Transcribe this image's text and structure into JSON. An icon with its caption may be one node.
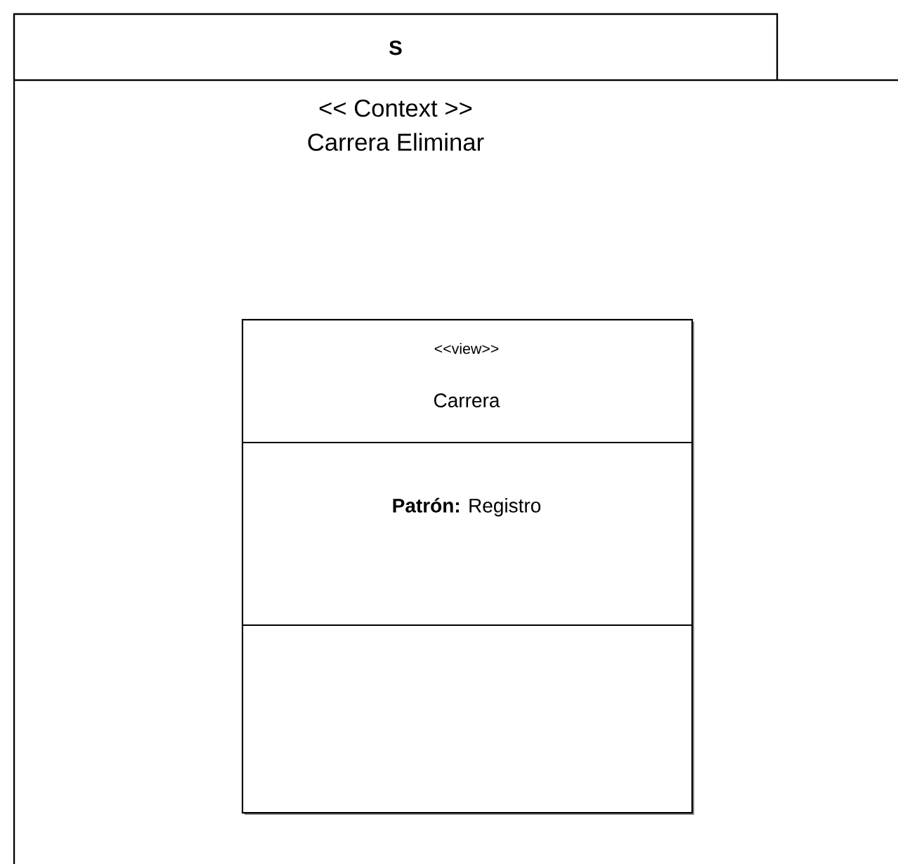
{
  "diagram": {
    "nodes": [
      {
        "text": [
          "S",
          "<< Context >>",
          "Carrera Eliminar"
        ]
      },
      {
        "text": [
          "<<view>>",
          "Carrera",
          "**Patrón:** Registro"
        ],
        "in": 0
      }
    ]
  }
}
